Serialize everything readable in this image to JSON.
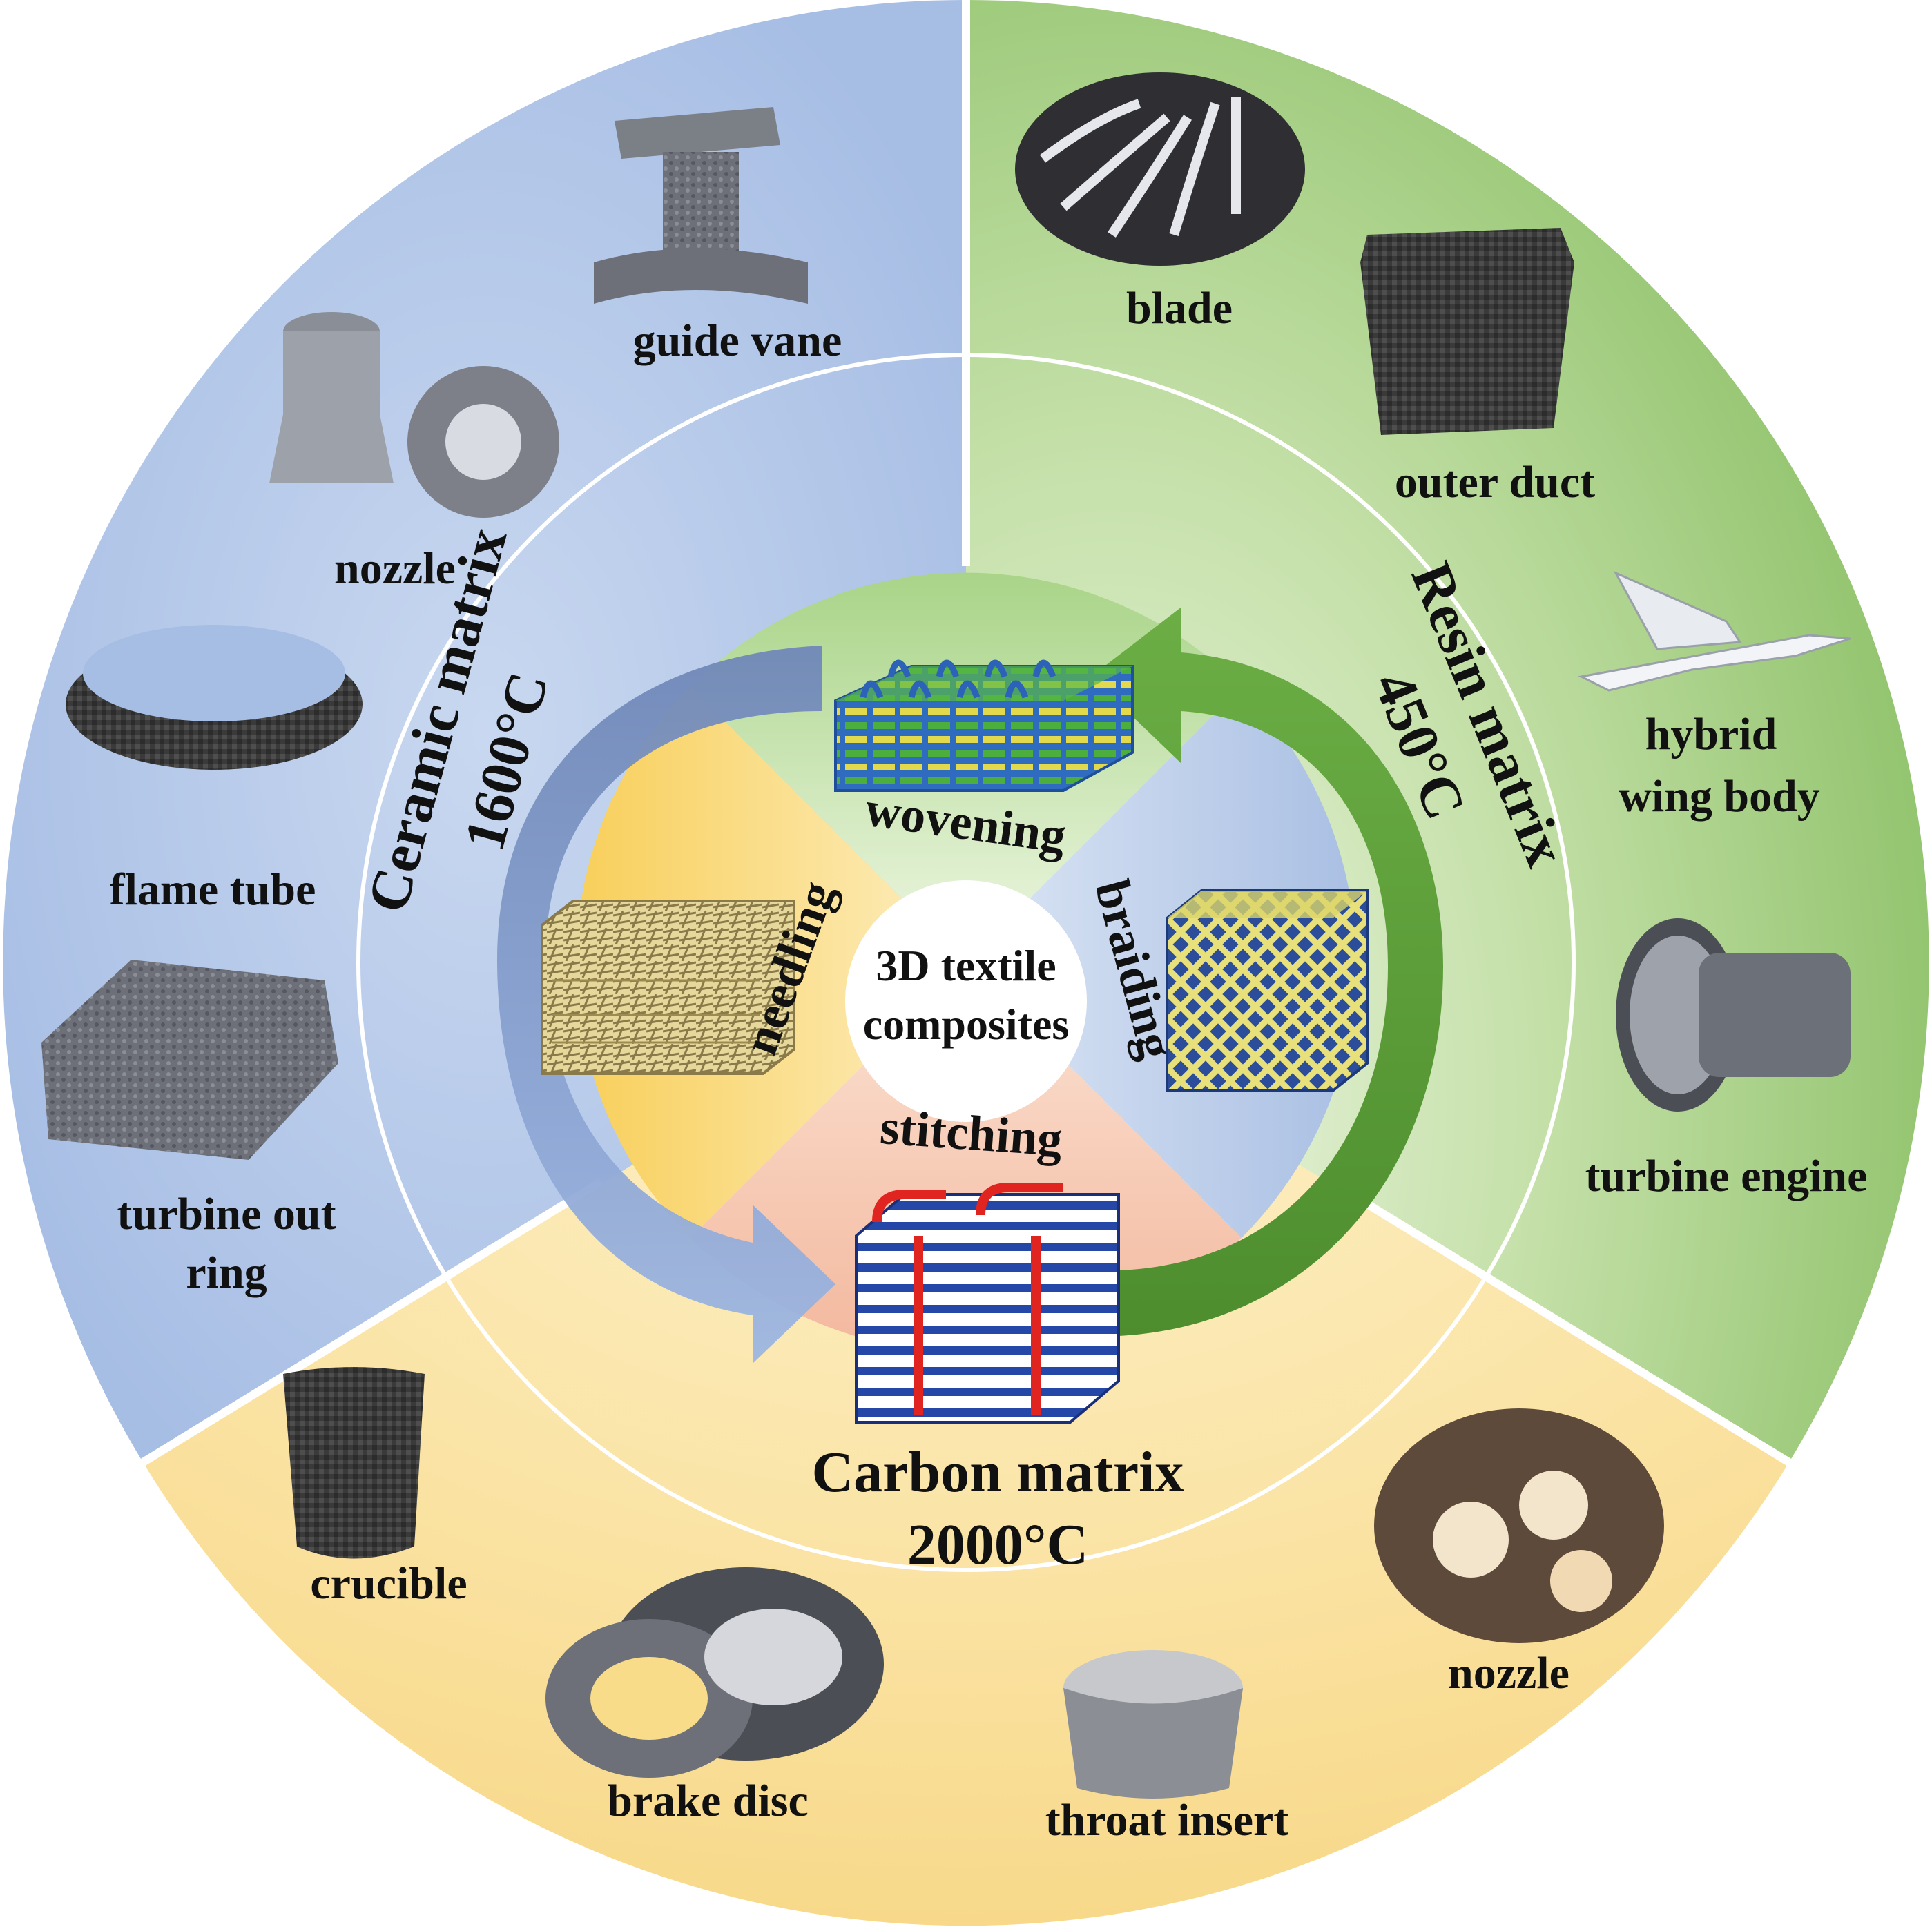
{
  "center": {
    "line1": "3D textile",
    "line2": "composites"
  },
  "methods": {
    "wovening": "wovening",
    "braiding": "braiding",
    "stitching": "stitching",
    "needling": "needling"
  },
  "matrices": {
    "ceramic": {
      "name": "Ceramic matrix",
      "temp": "1600°C",
      "color": "#a9bfe3"
    },
    "resin": {
      "name": "Resin matrix",
      "temp": "450°C",
      "color": "#9cc97a"
    },
    "carbon": {
      "name": "Carbon matrix",
      "temp": "2000°C",
      "color": "#f8dc8a"
    }
  },
  "applications": {
    "ceramic": [
      {
        "label": "guide vane"
      },
      {
        "label": "nozzle"
      },
      {
        "label": "flame tube"
      },
      {
        "label_lines": [
          "turbine out",
          "ring"
        ]
      }
    ],
    "resin": [
      {
        "label": "blade"
      },
      {
        "label": "outer duct"
      },
      {
        "label_lines": [
          "hybrid",
          "wing body"
        ]
      },
      {
        "label": "turbine engine"
      }
    ],
    "carbon": [
      {
        "label": "crucible"
      },
      {
        "label": "brake disc"
      },
      {
        "label": "throat insert"
      },
      {
        "label": "nozzle"
      }
    ]
  }
}
